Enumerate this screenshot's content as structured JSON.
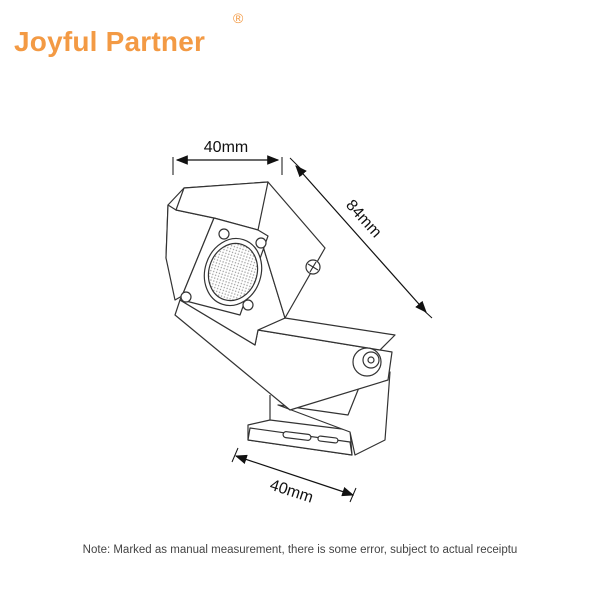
{
  "brand": {
    "name": "Joyful Partner",
    "registered_mark": "®",
    "color": "#f39a44"
  },
  "dimensions": {
    "top_width": "40mm",
    "length": "84mm",
    "base_width": "40mm"
  },
  "note": "Note: Marked as manual measurement, there is some error, subject to actual receiptu"
}
